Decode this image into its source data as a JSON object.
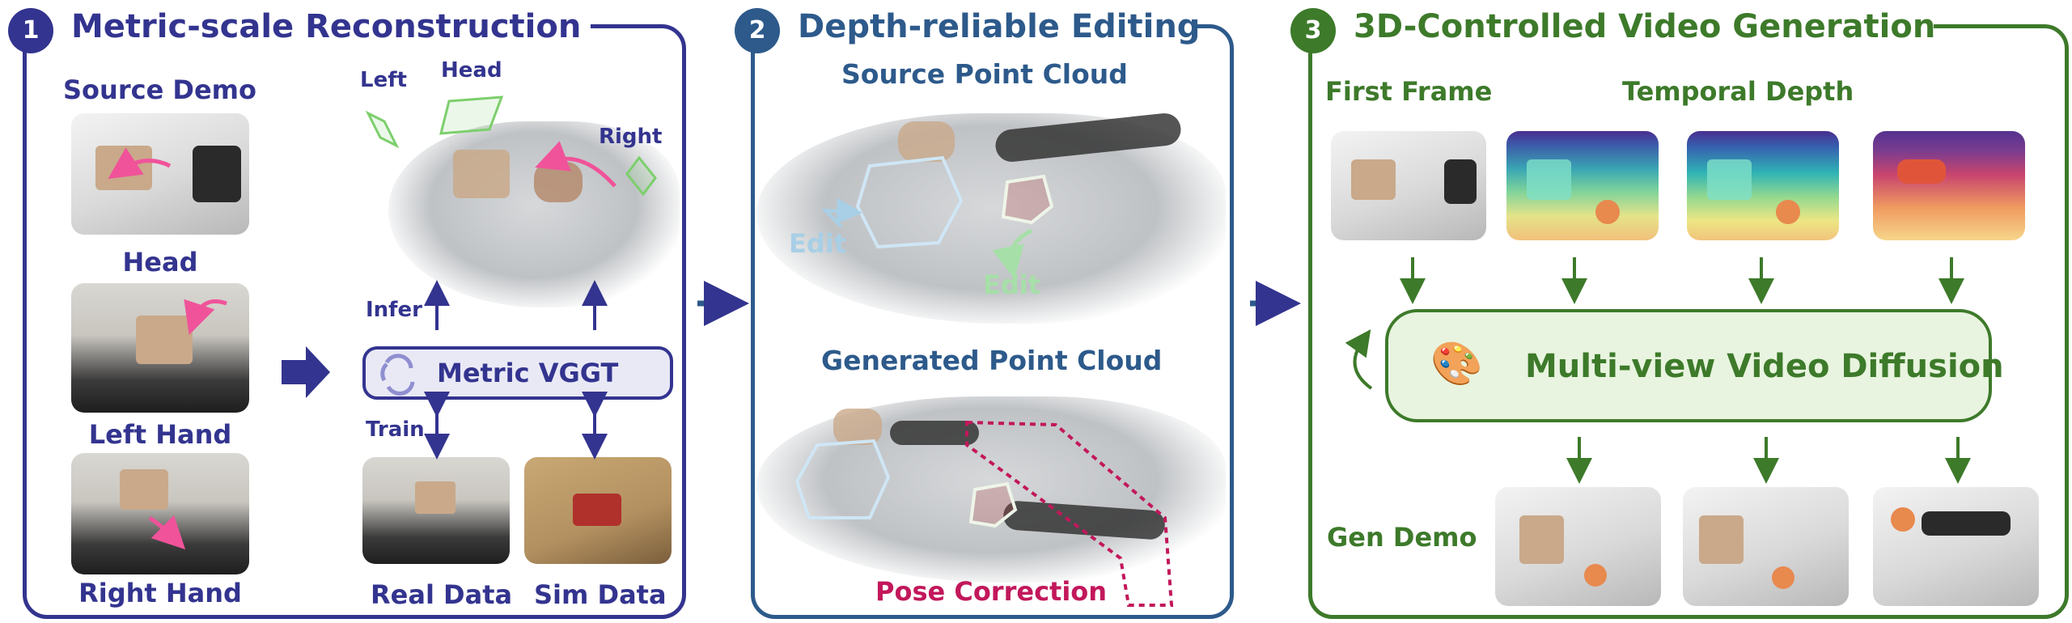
{
  "panel1": {
    "number": "1",
    "title": "Metric-scale Reconstruction",
    "source_demo": "Source Demo",
    "head": "Head",
    "left_hand": "Left Hand",
    "right_hand": "Right Hand",
    "cam_left": "Left",
    "cam_head": "Head",
    "cam_right": "Right",
    "infer": "Infer",
    "train": "Train",
    "metric_vggt": "Metric VGGT",
    "real_data": "Real Data",
    "sim_data": "Sim Data"
  },
  "panel2": {
    "number": "2",
    "title": "Depth-reliable Editing",
    "source_point_cloud": "Source Point Cloud",
    "edit_1": "Edit",
    "edit_2": "Edit",
    "generated_point_cloud": "Generated Point Cloud",
    "pose_correction": "Pose Correction"
  },
  "panel3": {
    "number": "3",
    "title": "3D-Controlled Video Generation",
    "first_frame": "First Frame",
    "temporal_depth": "Temporal Depth",
    "multi_view_diffusion": "Multi-view Video Diffusion",
    "gen_demo": "Gen Demo"
  },
  "icons": [
    "palette-icon",
    "cycle-icon",
    "camera-frustum-icon"
  ],
  "colors": {
    "panel1": "#33348f",
    "panel2": "#2d5a8b",
    "panel3": "#3d7a2a",
    "edit_1": "#a8cfe6",
    "edit_2": "#a6dfa8",
    "pose_correction": "#c2185b",
    "trajectory": "#f0539a"
  }
}
